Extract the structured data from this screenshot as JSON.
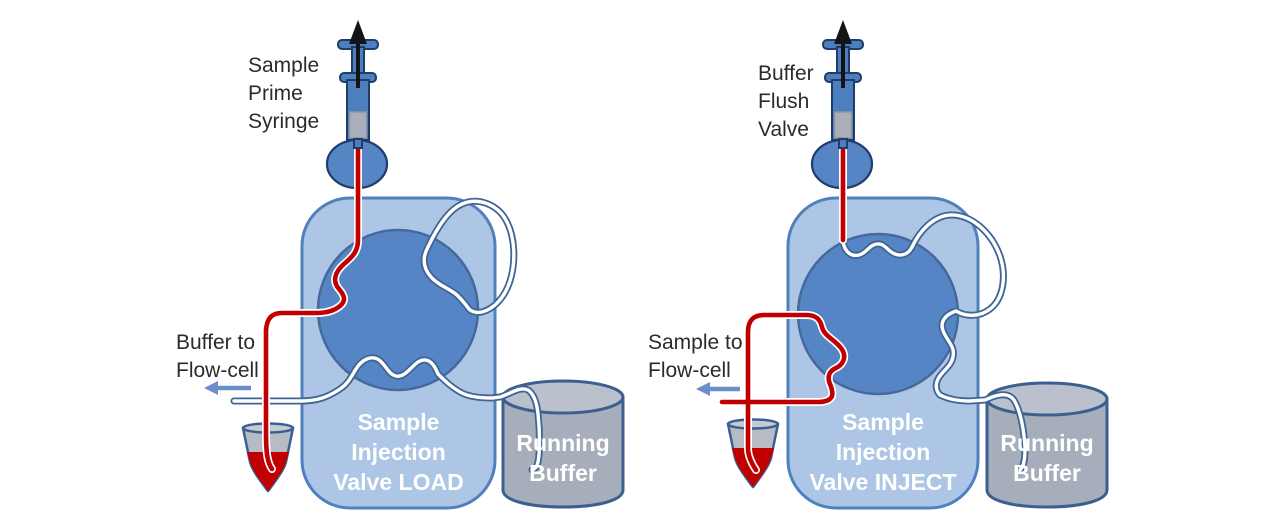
{
  "figure": {
    "description": "Two-state schematic of a sample injection valve: LOAD position (left) and INJECT position (right)"
  },
  "colors": {
    "background": "#ffffff",
    "accent": "#4f81bd",
    "panel_fill": "#adc6e6",
    "rotor_fill": "#5585c4",
    "rotor_stroke": "#46699c",
    "tube_casing": "#3f6496",
    "tube_core": "#ffffff",
    "red": "#c00000",
    "syringe_fill": "#4d7ebd",
    "syringe_stroke": "#1f3d6b",
    "plunger_gray": "#a9aeb8",
    "plunger_edge": "#8f96a3",
    "vial_gray": "#b6bbc4",
    "vial_rim": "#c6cbd3",
    "cylinder_fill": "#a6aebb",
    "cylinder_rim": "#bac1cc",
    "cylinder_stroke": "#3c5f92",
    "arrow_black": "#141414",
    "arrow_blue": "#6a8fc8",
    "label_dark": "#2b2b2b",
    "label_light": "#ffffff"
  },
  "panels": {
    "load": {
      "syringe_label": "Sample\nPrime\nSyringe",
      "flow_label": "Buffer to\nFlow-cell",
      "valve_label": "Sample\nInjection\nValve LOAD",
      "buffer_label": "Running\nBuffer"
    },
    "inject": {
      "syringe_label": "Buffer\nFlush\nValve",
      "flow_label": "Sample to\nFlow-cell",
      "valve_label": "Sample\nInjection\nValve INJECT",
      "buffer_label": "Running\nBuffer"
    }
  }
}
